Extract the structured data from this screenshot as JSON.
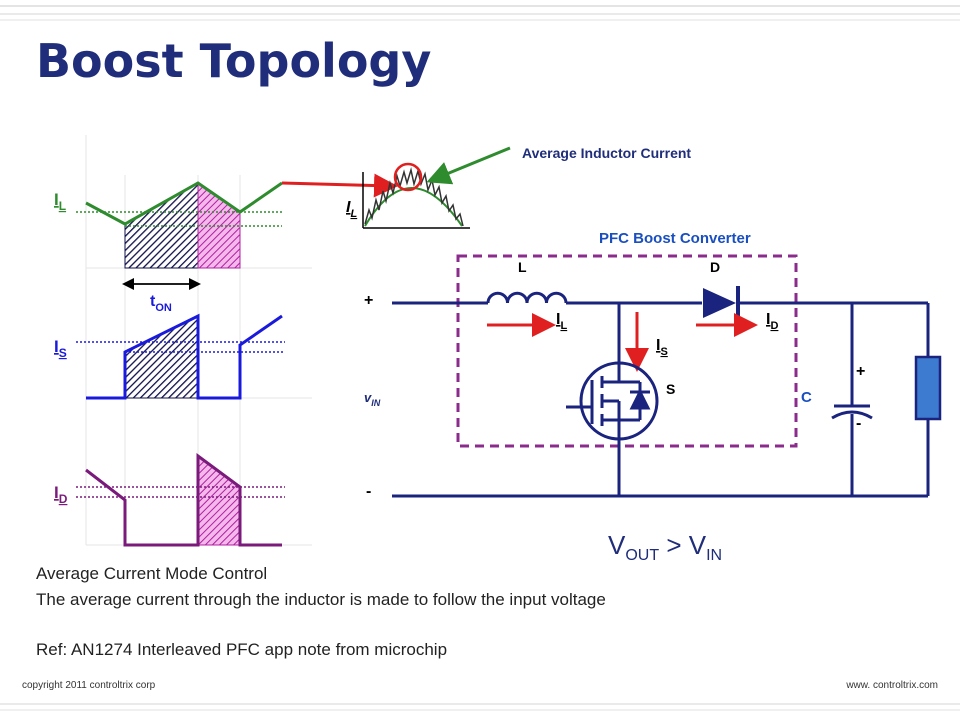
{
  "title": "Boost Topology",
  "waveforms": {
    "il_label": "IL",
    "is_label": "IS",
    "id_label": "ID",
    "ton_label": "tON"
  },
  "inset": {
    "label": "IL",
    "annotation": "Average Inductor Current"
  },
  "circuit": {
    "title": "PFC Boost Converter",
    "inductor_label": "L",
    "diode_label": "D",
    "switch_label": "S",
    "capacitor_label": "C",
    "il_label": "IL",
    "id_label": "ID",
    "is_label": "IS",
    "vin_label": "vIN",
    "input_plus": "+",
    "input_minus": "-",
    "cap_plus": "+",
    "cap_minus": "-",
    "relation": "VOUT > VIN"
  },
  "text": {
    "line1": "Average Current Mode Control",
    "line2": "The average current through the inductor is made to follow the input voltage",
    "line3": "Ref: AN1274 Interleaved PFC app note from microchip"
  },
  "footer": {
    "left": "copyright 2011 controltrix corp",
    "right": "www. controltrix.com"
  },
  "colors": {
    "title": "#1f2d7a",
    "wire": "#1a237e",
    "green": "#2e8b2e",
    "blue": "#1a1adc",
    "purple": "#7a1a7a",
    "magenta": "#d020c0",
    "red": "#e02020",
    "dashed_box": "#8b2b8b",
    "resistor": "#3d7bd1"
  }
}
